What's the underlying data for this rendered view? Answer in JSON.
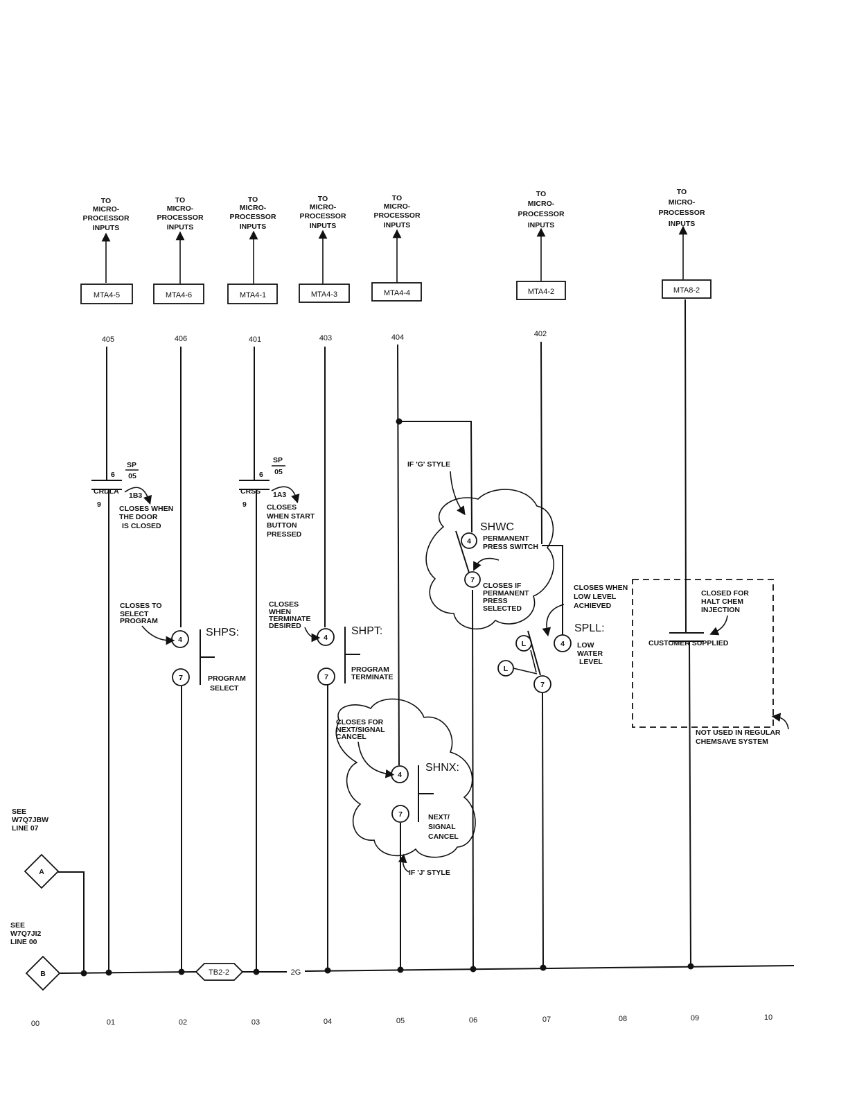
{
  "top_label": [
    "TO",
    "MICRO-",
    "PROCESSOR",
    "INPUTS"
  ],
  "columns": [
    {
      "tag": "MTA4-5",
      "wire": "405"
    },
    {
      "tag": "MTA4-6",
      "wire": "406"
    },
    {
      "tag": "MTA4-1",
      "wire": "401"
    },
    {
      "tag": "MTA4-3",
      "wire": "403"
    },
    {
      "tag": "MTA4-4",
      "wire": "404"
    },
    {
      "tag": "MTA4-2",
      "wire": "402"
    },
    {
      "tag": "MTA8-2",
      "wire": ""
    }
  ],
  "relays": {
    "crdla": {
      "name": "CRDLA",
      "top_num": "6",
      "bot_num": "9",
      "sp_top": "SP",
      "sp_bot": "05",
      "ref": "1B3",
      "note": [
        "CLOSES WHEN",
        "THE DOOR",
        "IS CLOSED"
      ]
    },
    "crss": {
      "name": "CRSS",
      "top_num": "6",
      "bot_num": "9",
      "sp_top": "SP",
      "sp_bot": "05",
      "ref": "1A3",
      "note": [
        "CLOSES",
        "WHEN START",
        "BUTTON",
        "PRESSED"
      ]
    }
  },
  "switches": {
    "shps": {
      "name": "SHPS:",
      "t1": "4",
      "t2": "7",
      "desc": [
        "PROGRAM",
        "SELECT"
      ],
      "note": [
        "CLOSES TO",
        "SELECT",
        "PROGRAM"
      ]
    },
    "shpt": {
      "name": "SHPT:",
      "t1": "4",
      "t2": "7",
      "desc": [
        "PROGRAM",
        "TERMINATE"
      ],
      "note": [
        "CLOSES",
        "WHEN",
        "TERMINATE",
        "DESIRED"
      ]
    },
    "shwc": {
      "name": "SHWC",
      "t1": "4",
      "t2": "7",
      "desc": [
        "PERMANENT",
        "PRESS SWITCH"
      ],
      "note": [
        "CLOSES IF",
        "PERMANENT",
        "PRESS",
        "SELECTED"
      ],
      "style_note": "IF 'G' STYLE"
    },
    "spll": {
      "name": "SPLL:",
      "t1": "4",
      "t2": "7",
      "t3": "L",
      "t4": "L",
      "desc": [
        "LOW",
        "WATER",
        "LEVEL"
      ],
      "note": [
        "CLOSES WHEN",
        "LOW LEVEL",
        "ACHIEVED"
      ]
    },
    "shnx": {
      "name": "SHNX:",
      "t1": "4",
      "t2": "7",
      "desc": [
        "NEXT/",
        "SIGNAL",
        "CANCEL"
      ],
      "note": [
        "CLOSES FOR",
        "NEXT/SIGNAL",
        "CANCEL"
      ],
      "style_note": "IF 'J' STYLE"
    },
    "customer": {
      "label": "CUSTOMER SUPPLIED",
      "note": [
        "CLOSED FOR",
        "HALT CHEM",
        "INJECTION"
      ],
      "footnote": [
        "NOT USED IN REGULAR",
        "CHEMSAVE SYSTEM"
      ]
    }
  },
  "connectors": {
    "a": {
      "label": "A",
      "see": [
        "SEE",
        "W7Q7JBW",
        "LINE 07"
      ]
    },
    "b": {
      "label": "B",
      "see": [
        "SEE",
        "W7Q7JI2",
        "LINE 00"
      ]
    }
  },
  "bus": {
    "terminal": "TB2-2",
    "wire": "2G"
  },
  "line_numbers": [
    "00",
    "01",
    "02",
    "03",
    "04",
    "05",
    "06",
    "07",
    "08",
    "09",
    "10"
  ]
}
